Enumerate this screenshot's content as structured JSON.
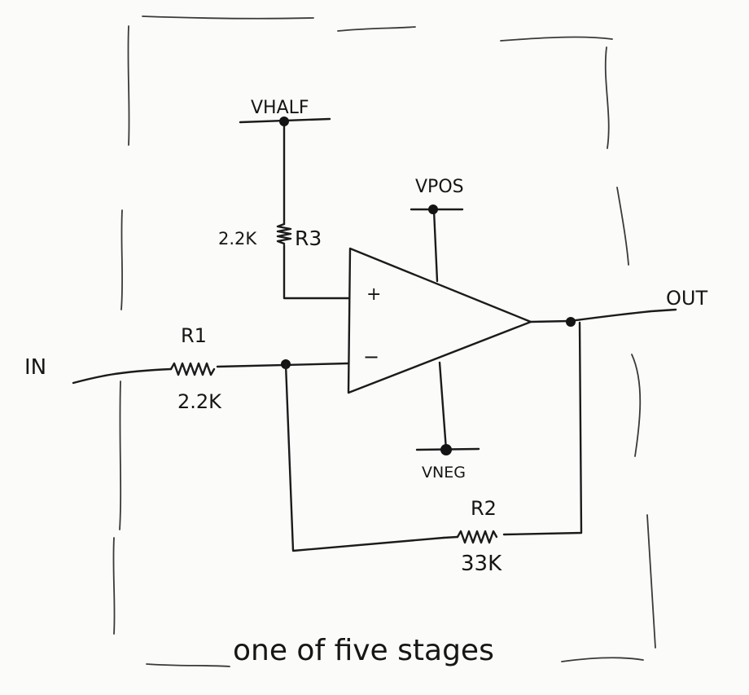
{
  "labels": {
    "vhalf": "VHALF",
    "vpos": "VPOS",
    "vneg": "VNEG",
    "in": "IN",
    "out": "OUT",
    "plus": "+",
    "minus": "−"
  },
  "components": {
    "r1": {
      "name": "R1",
      "value": "2.2K"
    },
    "r2": {
      "name": "R2",
      "value": "33K"
    },
    "r3": {
      "name": "R3",
      "value": "2.2K"
    }
  },
  "caption": "one of five stages"
}
